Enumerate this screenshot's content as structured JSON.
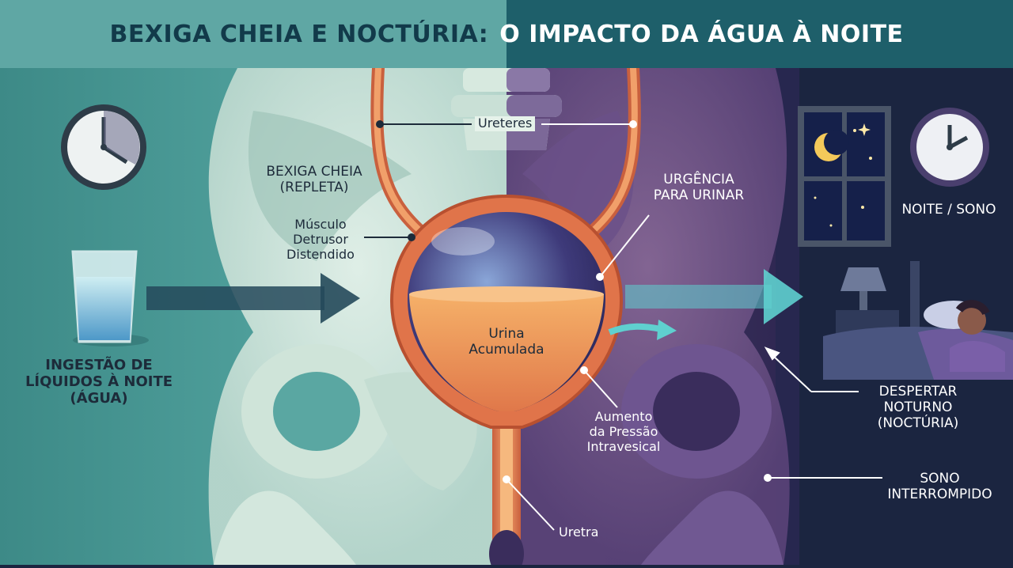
{
  "title": {
    "part1": "BEXIGA CHEIA E NOCTÚRIA:",
    "part2": "O IMPACTO DA ÁGUA À NOITE"
  },
  "labels": {
    "ureteres": "Ureteres",
    "bexiga_cheia_1": "BEXIGA CHEIA",
    "bexiga_cheia_2": "(REPLETA)",
    "musculo_1": "Músculo",
    "musculo_2": "Detrusor",
    "musculo_3": "Distendido",
    "ingestao_1": "INGESTÃO DE",
    "ingestao_2": "LÍQUIDOS À NOITE",
    "ingestao_3": "(ÁGUA)",
    "urina_1": "Urina",
    "urina_2": "Acumulada",
    "urgencia_1": "URGÊNCIA",
    "urgencia_2": "PARA URINAR",
    "noite_sono": "NOITE / SONO",
    "aumento_1": "Aumento",
    "aumento_2": "da Pressão",
    "aumento_3": "Intravesical",
    "despertar_1": "DESPERTAR",
    "despertar_2": "NOTURNO",
    "despertar_3": "(NOCTÚRIA)",
    "sono_1": "SONO",
    "sono_2": "INTERROMPIDO",
    "uretra": "Uretra"
  },
  "colors": {
    "left_bg": "#3f8f8c",
    "right_bg": "#3a2f5a",
    "night_bg": "#1b2540",
    "bladder_wall": "#e0744a",
    "urine": "#f0a05a",
    "arrow_teal": "#5fd0cf",
    "arrow_dark": "#24495a"
  },
  "icons": [
    "clock-icon",
    "water-glass-icon",
    "moon-icon",
    "window-icon",
    "lamp-icon",
    "sleeping-person-icon",
    "night-clock-icon"
  ]
}
